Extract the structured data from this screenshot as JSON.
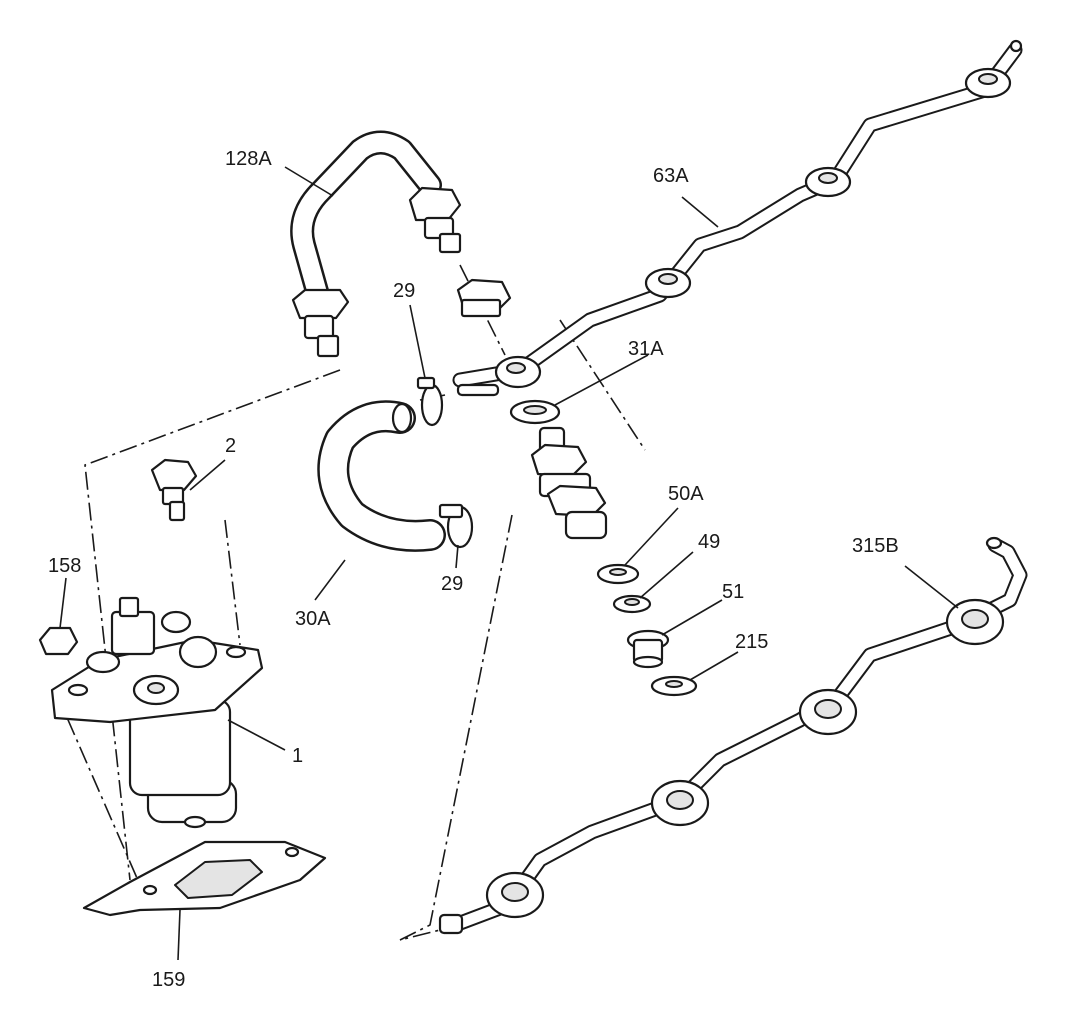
{
  "callouts": {
    "c128A": "128A",
    "c63A": "63A",
    "c29_top": "29",
    "c31A": "31A",
    "c2": "2",
    "c158": "158",
    "c50A": "50A",
    "c49": "49",
    "c51": "51",
    "c215": "215",
    "c315B": "315B",
    "c29_bottom": "29",
    "c30A": "30A",
    "c1": "1",
    "c159": "159"
  }
}
